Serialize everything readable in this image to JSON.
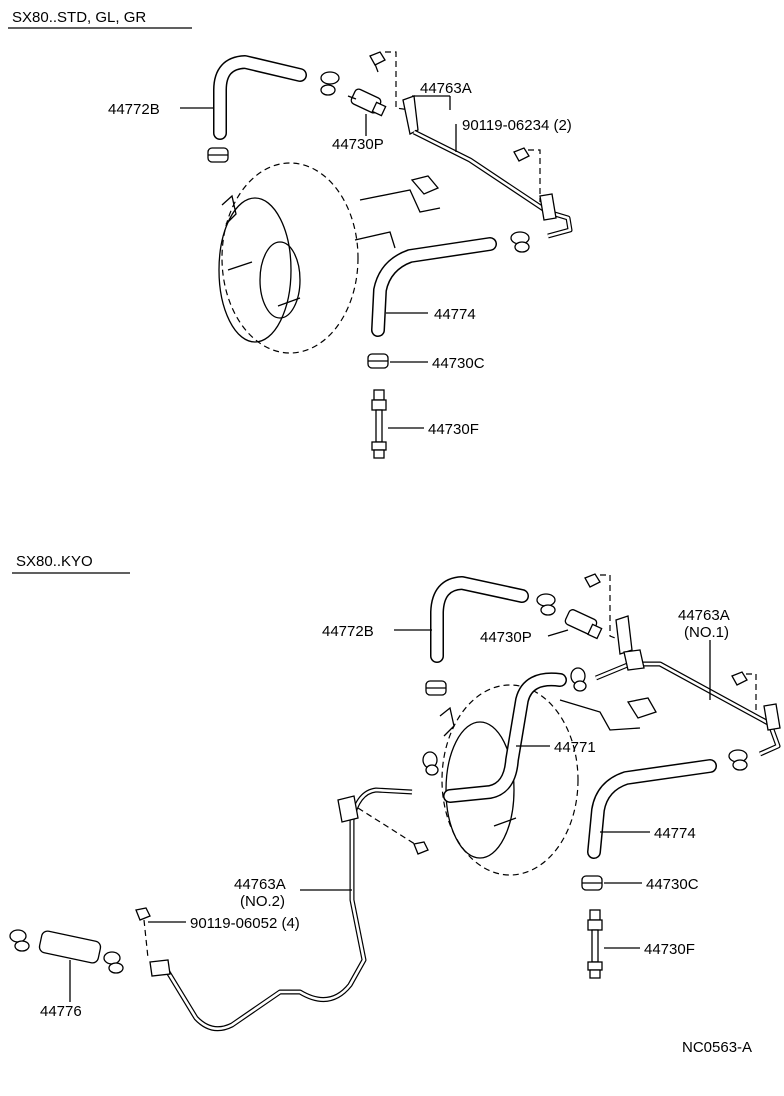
{
  "section1": {
    "title": "SX80..STD, GL, GR",
    "labels": {
      "hose_upper": "44772B",
      "bracket_pipe": "44763A",
      "bolt": "90119-06234 (2)",
      "check_valve": "44730P",
      "hose_lower": "44774",
      "clamp": "44730C",
      "connector": "44730F"
    }
  },
  "section2": {
    "title": "SX80..KYO",
    "labels": {
      "hose_upper": "44772B",
      "check_valve": "44730P",
      "pipe_no1": "44763A",
      "pipe_no1_sub": "(NO.1)",
      "hose_middle": "44771",
      "hose_lower": "44774",
      "clamp": "44730C",
      "connector": "44730F",
      "pipe_no2": "44763A",
      "pipe_no2_sub": "(NO.2)",
      "bolt": "90119-06052 (4)",
      "hose_end": "44776"
    }
  },
  "diagram_code": "NC0563-A"
}
